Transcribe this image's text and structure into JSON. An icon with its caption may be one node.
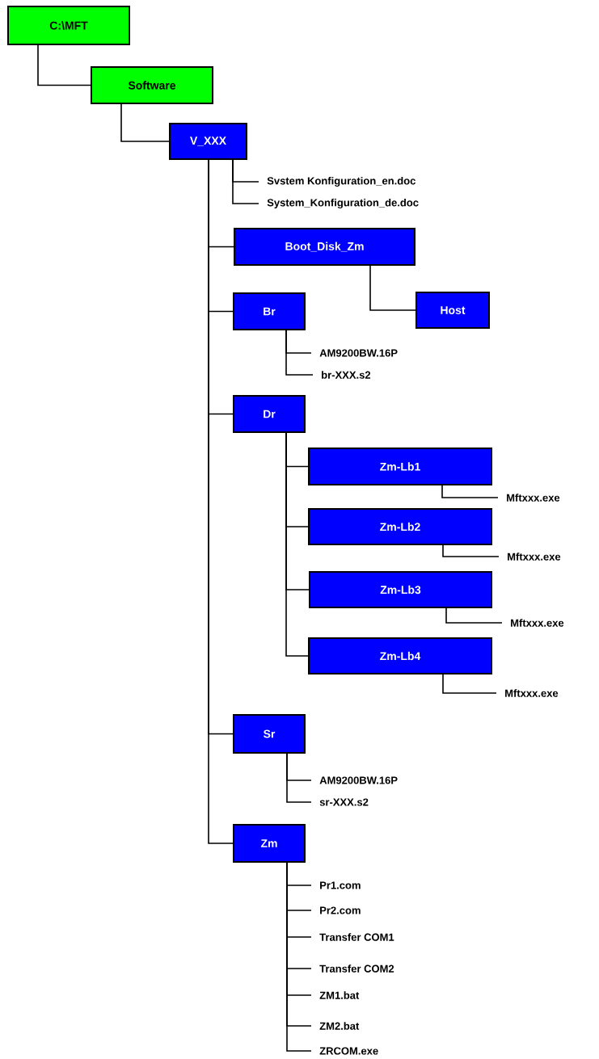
{
  "diagram": {
    "nodes": [
      {
        "text": [
          "C:\\MFT"
        ]
      },
      {
        "text": [
          "Software"
        ]
      },
      {
        "text": [
          "V_XXX"
        ]
      },
      {
        "text": [
          "Svstem  Konfiguration_en.doc"
        ]
      },
      {
        "text": [
          "System_Konfiguration_de.doc"
        ]
      },
      {
        "text": [
          "Boot_Disk_Zm"
        ]
      },
      {
        "text": [
          "Host"
        ]
      },
      {
        "text": [
          "Br"
        ]
      },
      {
        "text": [
          "AM9200BW.16P"
        ]
      },
      {
        "text": [
          "br-XXX.s2"
        ]
      },
      {
        "text": [
          "Dr"
        ]
      },
      {
        "text": [
          "Zm-Lb1"
        ]
      },
      {
        "text": [
          "Mftxxx.exe"
        ]
      },
      {
        "text": [
          "Zm-Lb2"
        ]
      },
      {
        "text": [
          "Mftxxx.exe"
        ]
      },
      {
        "text": [
          "Zm-Lb3"
        ]
      },
      {
        "text": [
          "Mftxxx.exe"
        ]
      },
      {
        "text": [
          "Zm-Lb4"
        ]
      },
      {
        "text": [
          "Mftxxx.exe"
        ]
      },
      {
        "text": [
          "Sr"
        ]
      },
      {
        "text": [
          "AM9200BW.16P"
        ]
      },
      {
        "text": [
          "sr-XXX.s2"
        ]
      },
      {
        "text": [
          "Zm"
        ]
      },
      {
        "text": [
          "Pr1.com"
        ]
      },
      {
        "text": [
          "Pr2.com"
        ]
      },
      {
        "text": [
          "Transfer COM1"
        ]
      },
      {
        "text": [
          "Transfer COM2"
        ]
      },
      {
        "text": [
          "ZM1.bat"
        ]
      },
      {
        "text": [
          "ZM2.bat"
        ]
      },
      {
        "text": [
          "ZRCOM.exe"
        ]
      }
    ],
    "edges": [
      {
        "from": 0,
        "to": 1,
        "arrow": "none"
      },
      {
        "from": 1,
        "to": 2,
        "arrow": "none"
      },
      {
        "from": 2,
        "to": 3,
        "arrow": "none"
      },
      {
        "from": 2,
        "to": 4,
        "arrow": "none"
      },
      {
        "from": 2,
        "to": 5,
        "arrow": "none"
      },
      {
        "from": 5,
        "to": 6,
        "arrow": "none"
      },
      {
        "from": 2,
        "to": 7,
        "arrow": "none"
      },
      {
        "from": 7,
        "to": 8,
        "arrow": "none"
      },
      {
        "from": 7,
        "to": 9,
        "arrow": "none"
      },
      {
        "from": 2,
        "to": 10,
        "arrow": "none"
      },
      {
        "from": 10,
        "to": 11,
        "arrow": "none"
      },
      {
        "from": 11,
        "to": 12,
        "arrow": "none"
      },
      {
        "from": 10,
        "to": 13,
        "arrow": "none"
      },
      {
        "from": 13,
        "to": 14,
        "arrow": "none"
      },
      {
        "from": 10,
        "to": 15,
        "arrow": "none"
      },
      {
        "from": 15,
        "to": 16,
        "arrow": "none"
      },
      {
        "from": 10,
        "to": 17,
        "arrow": "none"
      },
      {
        "from": 17,
        "to": 18,
        "arrow": "none"
      },
      {
        "from": 2,
        "to": 19,
        "arrow": "none"
      },
      {
        "from": 19,
        "to": 20,
        "arrow": "none"
      },
      {
        "from": 19,
        "to": 21,
        "arrow": "none"
      },
      {
        "from": 2,
        "to": 22,
        "arrow": "none"
      },
      {
        "from": 22,
        "to": 23,
        "arrow": "none"
      },
      {
        "from": 22,
        "to": 24,
        "arrow": "none"
      },
      {
        "from": 22,
        "to": 25,
        "arrow": "none"
      },
      {
        "from": 22,
        "to": 26,
        "arrow": "none"
      },
      {
        "from": 22,
        "to": 27,
        "arrow": "none"
      },
      {
        "from": 22,
        "to": 28,
        "arrow": "none"
      },
      {
        "from": 22,
        "to": 29,
        "arrow": "none"
      }
    ]
  }
}
